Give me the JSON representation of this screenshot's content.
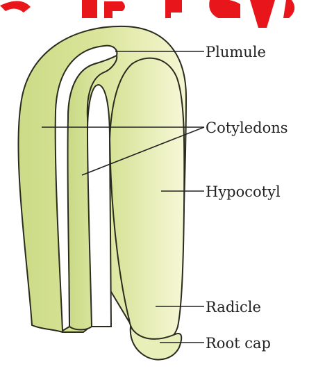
{
  "header_fragment": {
    "text": "s  r   ry",
    "color": "#e8161b"
  },
  "labels": {
    "plumule": "Plumule",
    "cotyledons": "Cotyledons",
    "hypocotyl": "Hypocotyl",
    "radicle": "Radicle",
    "root_cap": "Root cap"
  },
  "colors": {
    "tissue_light": "#f3f5c8",
    "tissue_mid": "#dfe8a6",
    "tissue_dark": "#cbdb86",
    "outline": "#2a2a1f",
    "gap": "#ffffff",
    "text": "#222222",
    "header_red": "#e8161b"
  }
}
